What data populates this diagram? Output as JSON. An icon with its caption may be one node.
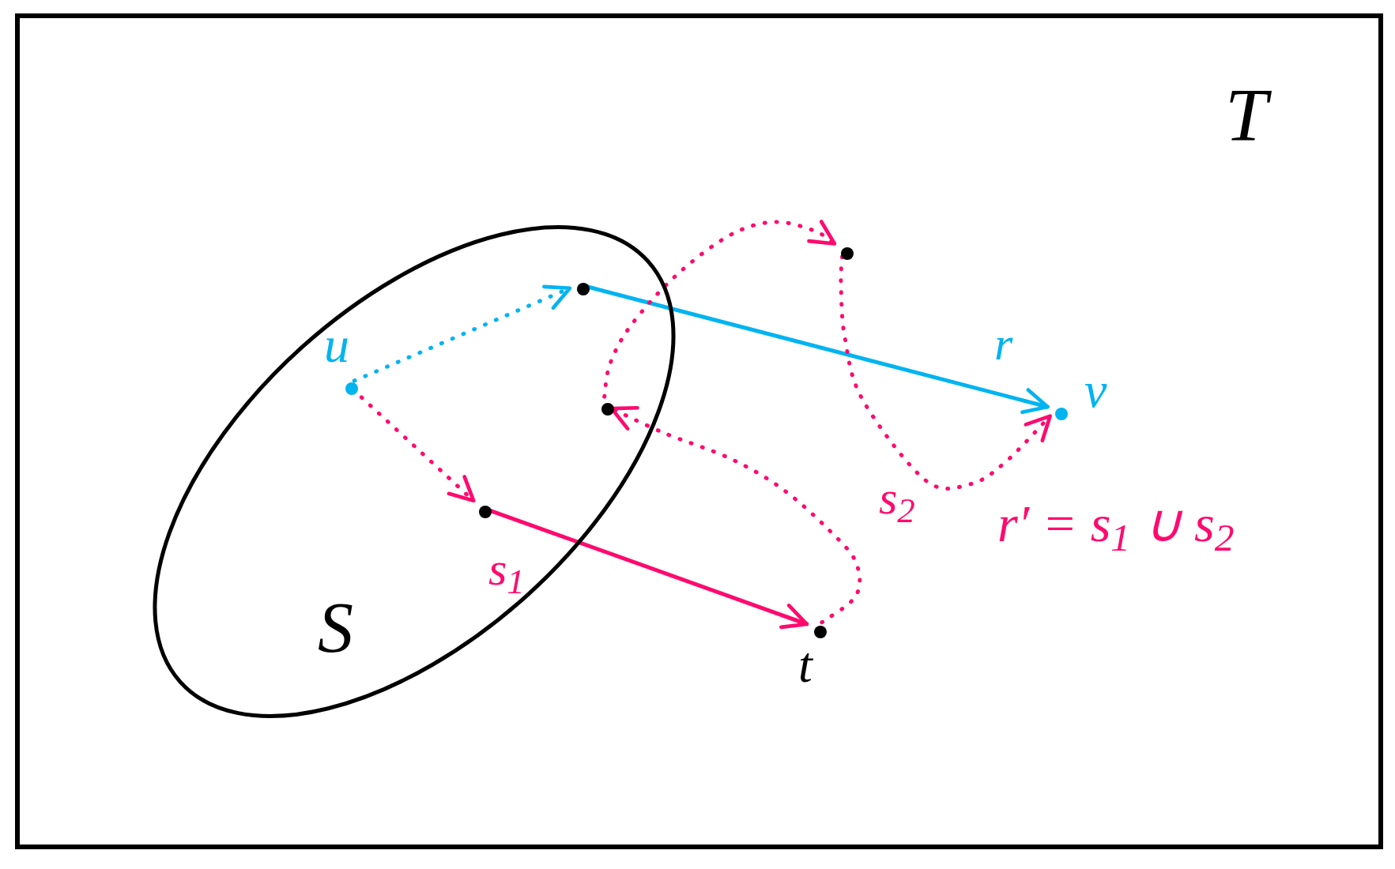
{
  "diagram": {
    "nodes": [
      {
        "text": [
          "T"
        ]
      },
      {
        "text": [
          "S"
        ],
        "in": 0
      },
      {
        "text": [],
        "shape": "circle",
        "in": 1,
        "beside": [
          "u"
        ]
      },
      {
        "text": [],
        "shape": "circle",
        "in": 1
      },
      {
        "text": [],
        "shape": "circle",
        "in": 1
      },
      {
        "text": [],
        "shape": "circle",
        "in": 1
      },
      {
        "text": [],
        "shape": "circle",
        "in": 0
      },
      {
        "text": [],
        "shape": "circle",
        "in": 0,
        "beside": [
          "t"
        ]
      },
      {
        "text": [],
        "shape": "circle",
        "in": 0,
        "beside": [
          "v"
        ]
      }
    ],
    "edges": [
      {
        "from": 2,
        "to": 3,
        "arrow": "to",
        "style": "dashed",
        "color": "#00b4f0"
      },
      {
        "from": 3,
        "to": 8,
        "arrow": "to",
        "label": "r",
        "color": "#00b4f0"
      },
      {
        "from": 2,
        "to": 4,
        "arrow": "to",
        "style": "dashed"
      },
      {
        "from": 4,
        "to": 7,
        "arrow": "to",
        "label": "s$_{1}$"
      },
      {
        "from": 7,
        "to": 5,
        "arrow": "to",
        "style": "dashed"
      },
      {
        "from": 5,
        "to": 6,
        "arrow": "to",
        "style": "dashed"
      },
      {
        "from": 6,
        "to": 8,
        "arrow": "to",
        "style": "dashed",
        "label": "s$_{2}$"
      }
    ],
    "labels": [
      "r′ = s$_{1}$ ∪ s$_{2}$"
    ]
  }
}
